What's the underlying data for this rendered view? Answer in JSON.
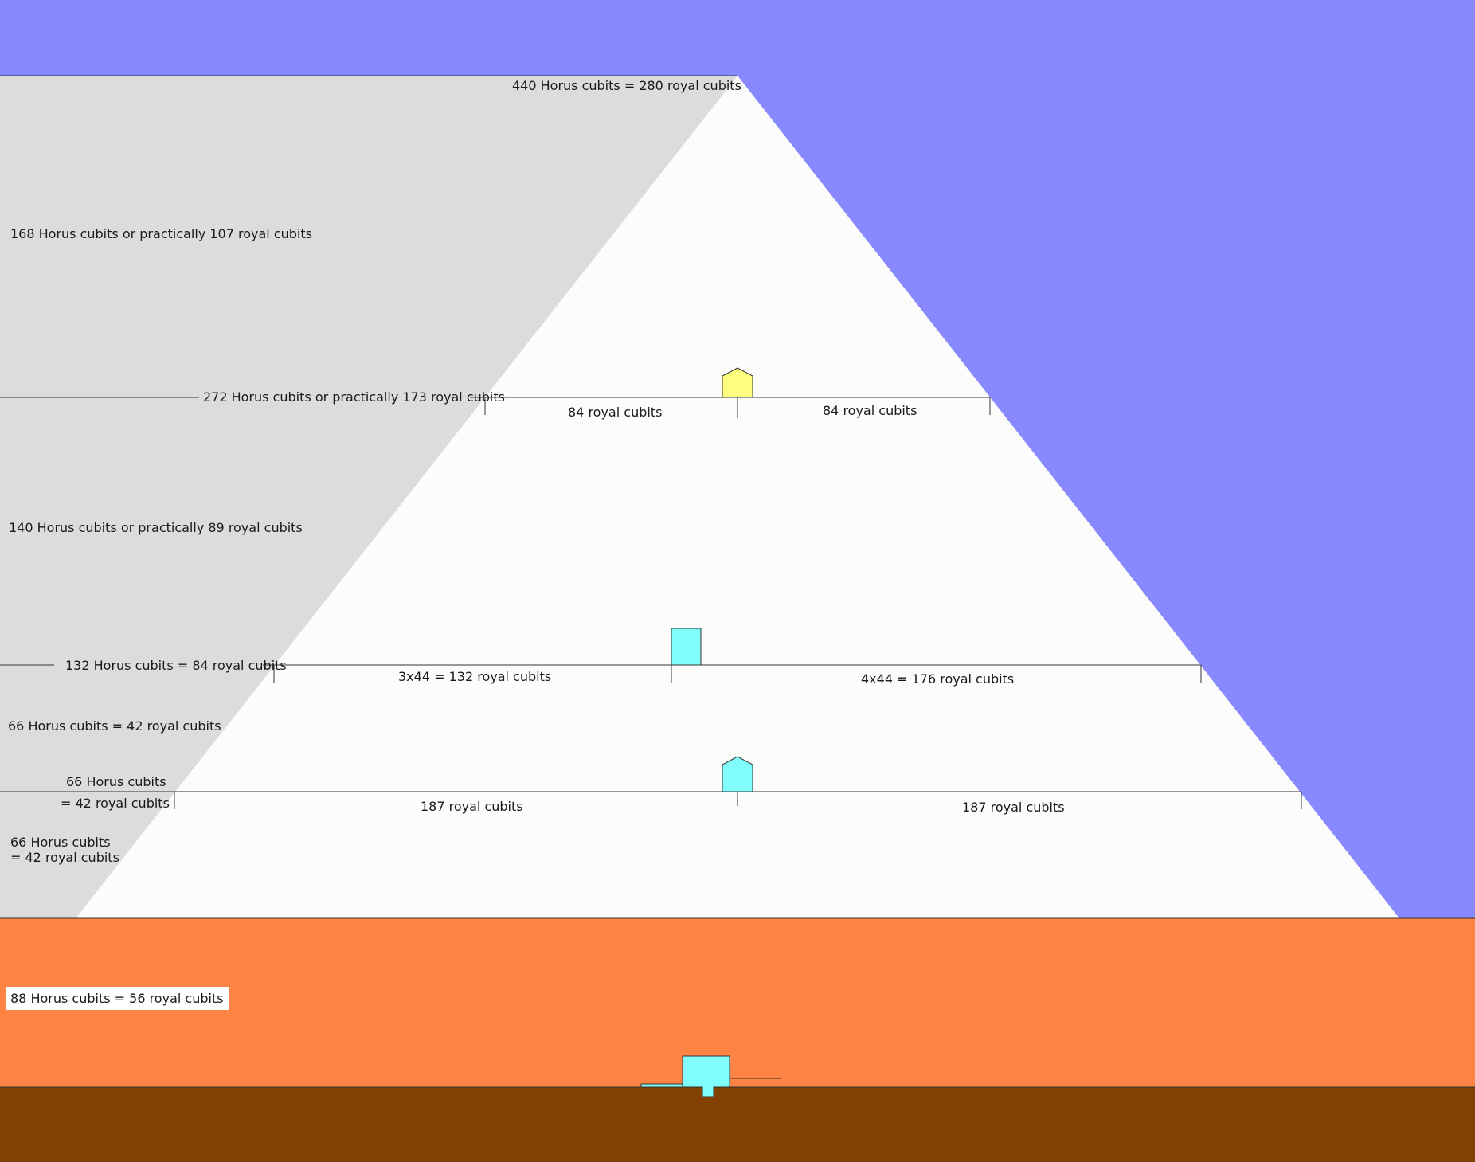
{
  "colors": {
    "sky": "#8888ff",
    "shadow": "#dcdddb",
    "pyramid": "#fcfdfb",
    "sand": "#fe8446",
    "earth": "#834103",
    "line": "#333333",
    "chamber_yellow": "#fdfd7f",
    "chamber_cyan": "#80fefe"
  },
  "labels": {
    "apex_width": "440 Horus cubits = 280 royal cubits",
    "upper_height": "168 Horus cubits or practically 107 royal cubits",
    "kings_level": "272 Horus cubits or practically 173 royal cubits",
    "kings_left": "84 royal cubits",
    "kings_right": "84 royal cubits",
    "middle_height": "140 Horus cubits or practically 89 royal cubits",
    "gallery_level": "132 Horus cubits = 84 royal cubits",
    "gallery_left": "3x44 = 132 royal cubits",
    "gallery_right": "4x44 = 176 royal cubits",
    "lower_height": "66 Horus cubits = 42 royal cubits",
    "queens_level_1": "66 Horus cubits",
    "queens_level_2": "= 42 royal cubits",
    "queens_left": "187 royal cubits",
    "queens_right": "187 royal cubits",
    "base_height_1": "66 Horus cubits",
    "base_height_2": "= 42 royal cubits",
    "underground_depth": "88 Horus cubits = 56 royal cubits"
  }
}
